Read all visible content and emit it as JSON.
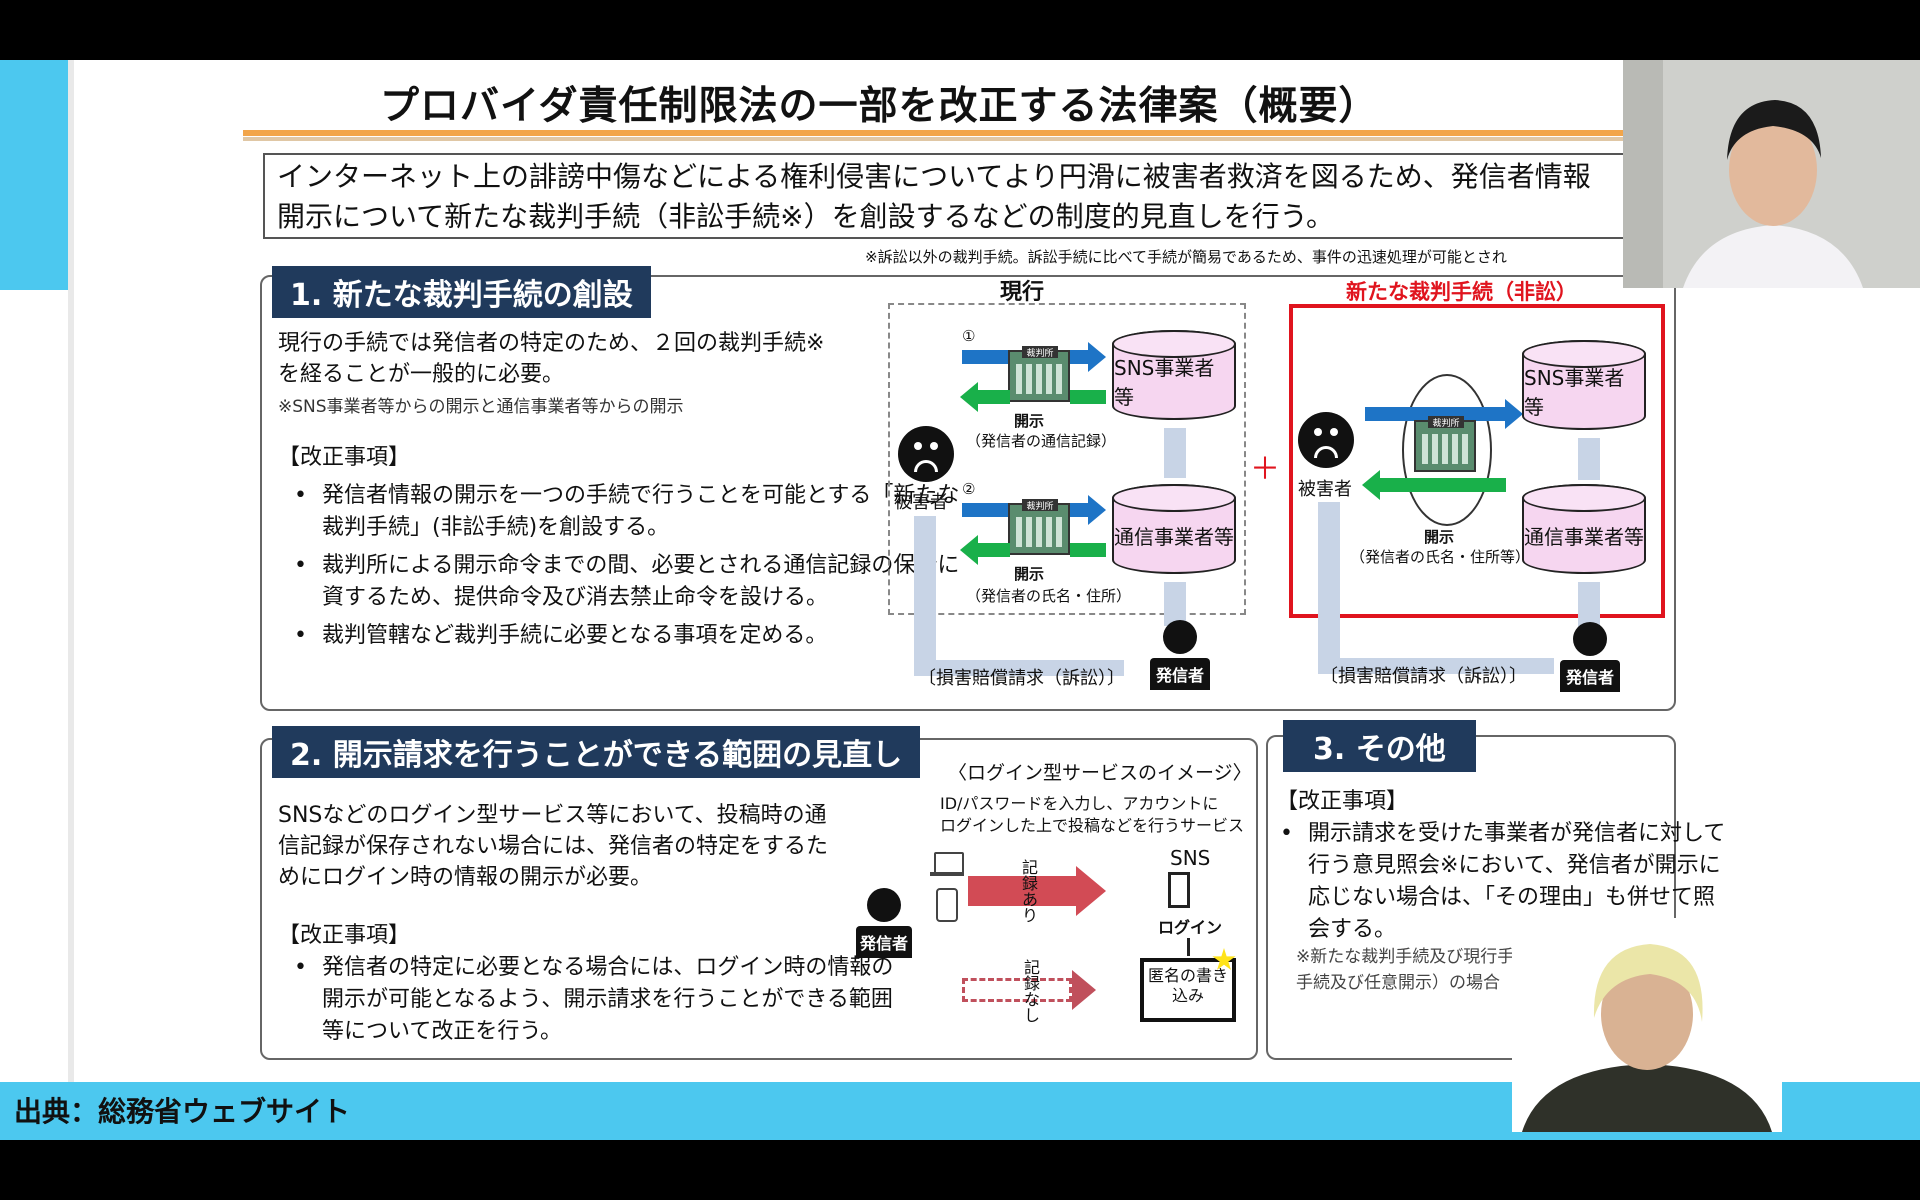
{
  "title": "プロバイダ責任制限法の一部を改正する法律案（概要）",
  "summary": "インターネット上の誹謗中傷などによる権利侵害についてより円滑に被害者救済を図るため、発信者情報開示について新たな裁判手続（非訟手続※）を創設するなどの制度的見直しを行う。",
  "summary_note": "※訴訟以外の裁判手続。訴訟手続に比べて手続が簡易であるため、事件の迅速処理が可能とされ",
  "section1": {
    "header": "1. 新たな裁判手続の創設",
    "text_line1": "現行の手続では発信者の特定のため、２回の裁判手続※",
    "text_line2": "を経ることが一般的に必要。",
    "note": "※SNS事業者等からの開示と通信事業者等からの開示",
    "revision_label": "【改正事項】",
    "bullets": [
      "発信者情報の開示を一つの手続で行うことを可能とする「新たな裁判手続」(非訟手続)を創設する。",
      "裁判所による開示命令までの間、必要とされる通信記録の保全に資するため、提供命令及び消去禁止命令を設ける。",
      "裁判管轄など裁判手続に必要となる事項を定める。"
    ],
    "diagram": {
      "current_label": "現行",
      "new_label": "新たな裁判手続（非訟）",
      "step1": "①",
      "step2": "②",
      "court": "裁判所",
      "sns": "SNS事業者等",
      "telecom": "通信事業者等",
      "disclose": "開示",
      "disclose1_detail": "（発信者の通信記録）",
      "disclose2_detail": "（発信者の氏名・住所）",
      "disclose_new_detail": "（発信者の氏名・住所等）",
      "victim": "被害者",
      "sender": "発信者",
      "plus": "＋",
      "damages": "〔損害賠償請求（訴訟）〕"
    }
  },
  "section2": {
    "header": "2. 開示請求を行うことができる範囲の見直し",
    "text": "SNSなどのログイン型サービス等において、投稿時の通信記録が保存されない場合には、発信者の特定をするためにログイン時の情報の開示が必要。",
    "revision_label": "【改正事項】",
    "bullet": "発信者の特定に必要となる場合には、ログイン時の情報の開示が可能となるよう、開示請求を行うことができる範囲等について改正を行う。",
    "diagram": {
      "title": "〈ログイン型サービスのイメージ〉",
      "desc_line1": "ID/パスワードを入力し、アカウントに",
      "desc_line2": "ログインした上で投稿などを行うサービス",
      "sns": "SNS",
      "login": "ログイン",
      "record_yes": "記録あり",
      "record_no": "記録なし",
      "anon_post": "匿名の書き込み",
      "sender": "発信者"
    }
  },
  "section3": {
    "header": "3. その他",
    "revision_label": "【改正事項】",
    "bullet": "開示請求を受けた事業者が発信者に対して行う意見照会※において、発信者が開示に応じない場合は、「その理由」も併せて照会する。",
    "note": "※新たな裁判手続及び現行手続（訴訟手続及び任意開示）の場合"
  },
  "source": "出典：総務省ウェブサイト",
  "colors": {
    "accent_cyan": "#4cc8ef",
    "header_navy": "#203a5c",
    "title_rule": "#f2a54a",
    "new_box_red": "#e0141e",
    "arrow_blue": "#1e74c6",
    "arrow_green": "#19b04a"
  }
}
